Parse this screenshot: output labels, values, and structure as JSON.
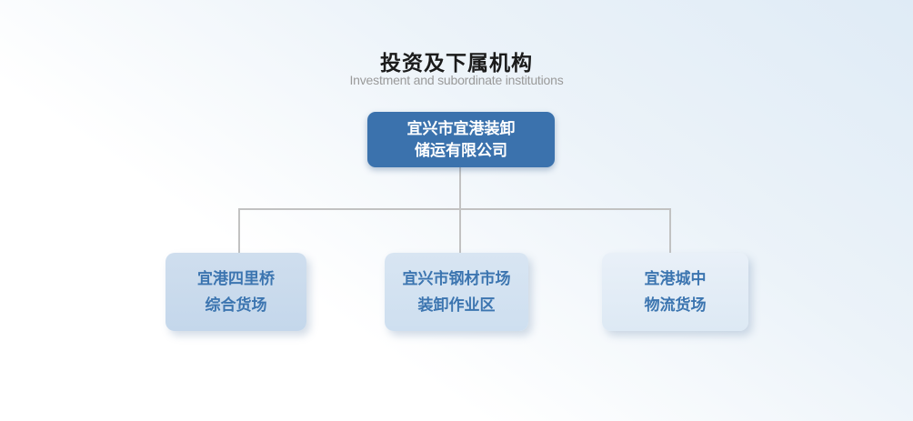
{
  "page": {
    "title": "投资及下属机构",
    "subtitle": "Investment and subordinate institutions"
  },
  "org_chart": {
    "type": "org-tree",
    "root": {
      "name": "宜兴市宜港装卸储运有限公司",
      "line1": "宜兴市宜港装卸",
      "line2": "储运有限公司"
    },
    "children": [
      {
        "name": "宜港四里桥综合货场",
        "line1": "宜港四里桥",
        "line2": "综合货场"
      },
      {
        "name": "宜兴市钢材市场装卸作业区",
        "line1": "宜兴市钢材市场",
        "line2": "装卸作业区"
      },
      {
        "name": "宜港城中物流货场",
        "line1": "宜港城中",
        "line2": "物流货场"
      }
    ]
  },
  "colors": {
    "root_box": "#3b72ad",
    "root_text": "#ffffff",
    "child_box_1": "#c6d9ec",
    "child_box_2": "#d1e0f0",
    "child_box_3": "#e2ecf6",
    "child_text": "#3c75b0",
    "connector": "#c2c2c2",
    "title_text": "#1b1b1b",
    "subtitle_text": "#9a9a9a",
    "background_top": "#dfebf6",
    "background_bottom": "#ffffff"
  }
}
